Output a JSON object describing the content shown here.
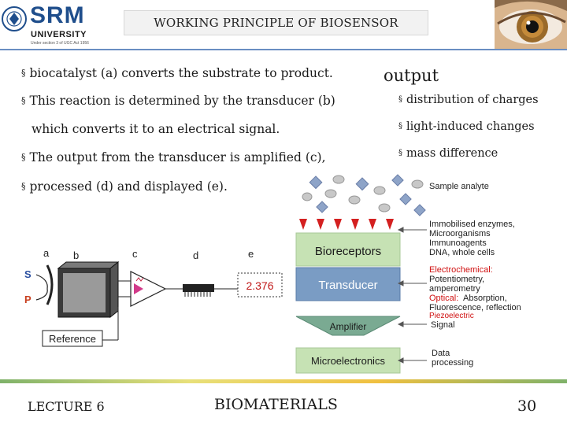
{
  "header": {
    "logo": {
      "wordmark_top": "SRM",
      "wordmark_bottom": "UNIVERSITY",
      "tagline": "Under section 3 of UGC Act 1956"
    },
    "title": "WORKING PRINCIPLE OF BIOSENSOR"
  },
  "bullets_left": [
    "biocatalyst (a) converts the substrate to product.",
    "This reaction is determined by the transducer (b)",
    "which converts it to an electrical signal.",
    "The output from the transducer is amplified (c),",
    "processed (d) and displayed (e)."
  ],
  "output_section": {
    "heading": "output",
    "items": [
      "distribution of charges",
      "light-induced changes",
      "mass difference"
    ]
  },
  "left_diagram": {
    "labels": {
      "a": "a",
      "b": "b",
      "c": "c",
      "d": "d",
      "e": "e",
      "s": "S",
      "p": "P"
    },
    "display_value": "2.376",
    "reference": "Reference"
  },
  "right_diagram": {
    "sample": "Sample analyte",
    "bioreceptors": "Bioreceptors",
    "bioreceptor_list": "Immobilised enzymes, Microorganisms Immunoagents DNA, whole cells",
    "transducer": "Transducer",
    "electrochemical_label": "Electrochemical:",
    "electrochemical_text": "Potentiometry, amperometry",
    "optical_label": "Optical:",
    "optical_text": "Absorption, Fluorescence, reflection",
    "piezo_label": "Piezoelectric",
    "amplifier": "Amplifier",
    "signal": "Signal",
    "microelectronics": "Microelectronics",
    "data_processing": "Data processing"
  },
  "footer": {
    "lecture": "LECTURE 6",
    "course": "BIOMATERIALS",
    "page": "30"
  },
  "colors": {
    "header_line": "#6a8ec2",
    "bioreceptor_green": "#c6e2b4",
    "transducer_blue": "#7a9cc4",
    "arrow_red": "#d42020",
    "display_red": "#c01818",
    "label_red": "#d01010"
  }
}
